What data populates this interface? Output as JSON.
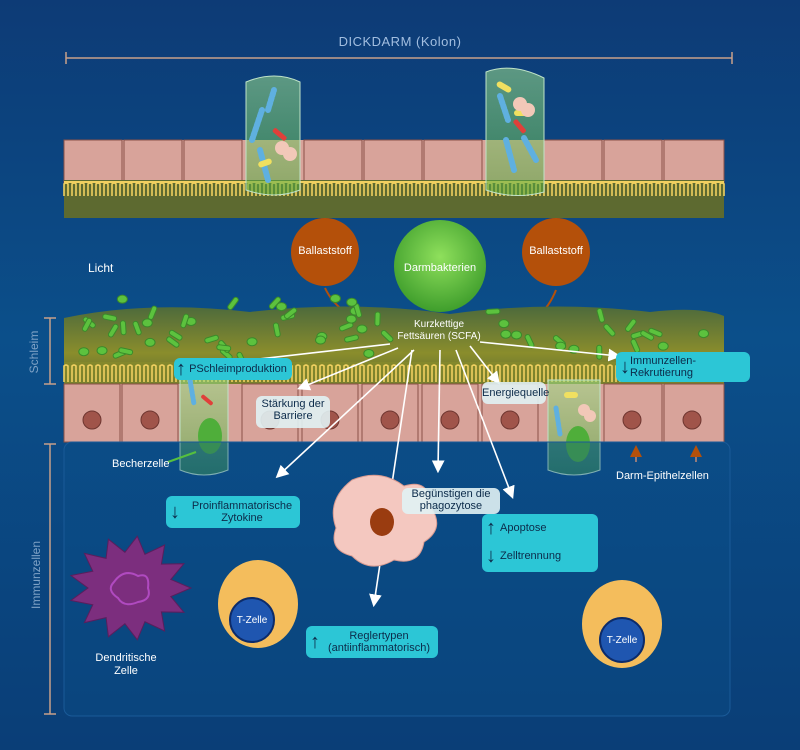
{
  "title": "DICKDARM (Kolon)",
  "side_labels": {
    "mucus": "Schleim",
    "immune": "Immunzellen"
  },
  "labels": {
    "lumen": "Licht",
    "fiber": "Ballaststoff",
    "gut_bacteria": "Darmbakterien",
    "scfa": "Kurzkettige\nFettsäuren (SCFA)",
    "goblet_cell": "Becherzelle",
    "epithelial_cells": "Darm-Epithelzellen",
    "dendritic_cell": "Dendritische\nZelle",
    "t_cell": "T-Zelle"
  },
  "effects": {
    "mucus_production": "PSchleimproduktion",
    "barrier": "Stärkung der\nBarriere",
    "energy": "Energiequelle",
    "immune_recruit": "Immunzellen-\nRekrutierung",
    "proinflammatory": "Proinflammatorische\nZytokine",
    "phagocytosis": "Begünstigen die\nphagozytose",
    "apoptosis": "Apoptose",
    "cell_separation": "Zelltrennung",
    "regulatory": "Reglertypen\n(antiinflammatorisch)"
  },
  "colors": {
    "background": "#0b4f8a",
    "epithelium": "#d8a39a",
    "mucus": "#6a7a3c",
    "bacteria": "#5cc23e",
    "fiber": "#b4500a",
    "box": "#2cc6d6",
    "t_cell_outer": "#f4bd5c",
    "t_cell_inner": "#1f56b0",
    "dendritic": "#7c2e7e"
  },
  "icons": {
    "increase": "up-arrow-icon",
    "decrease": "down-arrow-icon"
  }
}
